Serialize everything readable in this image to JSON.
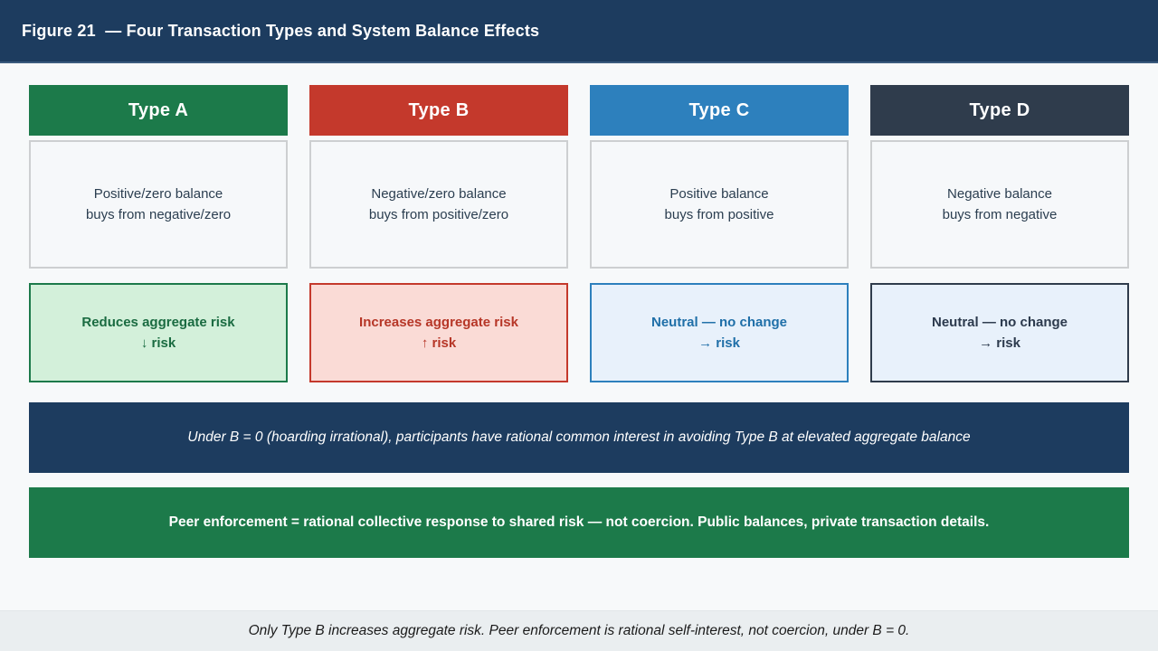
{
  "header": {
    "title": "Figure 21  — Four Transaction Types and System Balance Effects",
    "background_color": "#1d3c5f"
  },
  "columns": [
    {
      "type_label": "Type A",
      "header_color": "#1c7a4a",
      "description": "Positive/zero balance\nbuys from negative/zero",
      "effect_text": "Reduces aggregate risk\n↓ risk",
      "effect_bg": "#d3f0da",
      "effect_border": "#1c7a4a",
      "effect_color": "#1a6b41"
    },
    {
      "type_label": "Type B",
      "header_color": "#c4392c",
      "description": "Negative/zero balance\nbuys from positive/zero",
      "effect_text": "Increases aggregate risk\n↑ risk",
      "effect_bg": "#fadbd6",
      "effect_border": "#c4392c",
      "effect_color": "#b63627"
    },
    {
      "type_label": "Type C",
      "header_color": "#2d80bd",
      "description": "Positive balance\nbuys from positive",
      "effect_text": "Neutral — no change\n→ risk",
      "effect_bg": "#e8f1fb",
      "effect_border": "#2d80bd",
      "effect_color": "#1f6fa8"
    },
    {
      "type_label": "Type D",
      "header_color": "#2f3c4c",
      "description": "Negative balance\nbuys from negative",
      "effect_text": "Neutral — no change\n→ risk",
      "effect_bg": "#e8f1fb",
      "effect_border": "#2f3c4c",
      "effect_color": "#2c3a4d"
    }
  ],
  "banners": [
    {
      "text": "Under B = 0 (hoarding irrational), participants have rational common interest in avoiding Type B at elevated aggregate balance",
      "color": "#1d3c5f"
    },
    {
      "text": "Peer enforcement = rational collective response to shared risk — not coercion. Public balances, private transaction details.",
      "color": "#1c7a4a"
    }
  ],
  "footer": {
    "caption": "Only Type B increases aggregate risk. Peer enforcement is rational self-interest, not coercion, under B = 0.",
    "background_color": "#eaeef0"
  }
}
